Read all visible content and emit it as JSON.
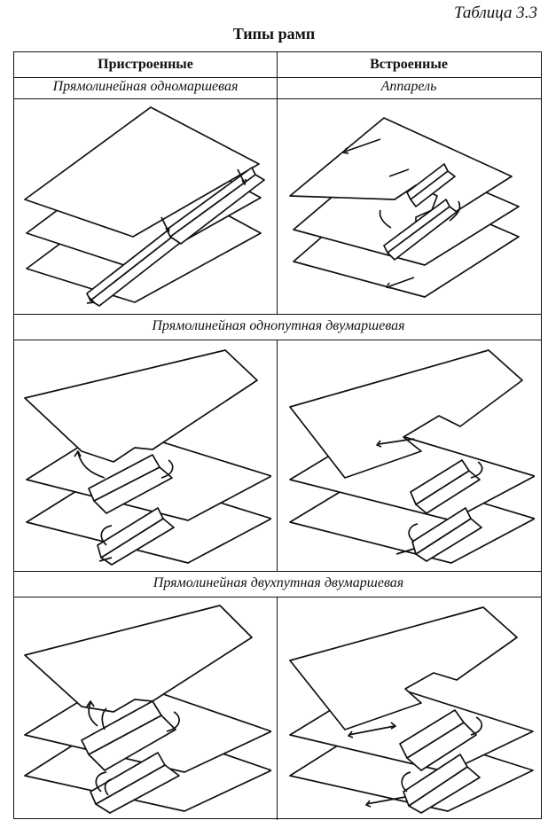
{
  "table_number": "Таблица 3.3",
  "title": "Типы рамп",
  "columns": [
    "Пристроенные",
    "Встроенные"
  ],
  "rows": [
    {
      "left_label": "Прямолинейная одномаршевая",
      "right_label": "Аппарель"
    },
    {
      "label": "Прямолинейная однопутная двумаршевая"
    },
    {
      "label": "Прямолинейная двухпутная двумаршевая"
    }
  ],
  "figures": [
    {
      "name": "attached-single-flight",
      "icon": "ramp-attached-straight-single"
    },
    {
      "name": "built-in-apparel",
      "icon": "ramp-built-in-apparel"
    },
    {
      "name": "attached-single-lane-two-flight",
      "icon": "ramp-attached-two-flight-one-lane"
    },
    {
      "name": "built-in-single-lane-two-flight",
      "icon": "ramp-built-in-two-flight-one-lane"
    },
    {
      "name": "attached-two-lane-two-flight",
      "icon": "ramp-attached-two-flight-two-lane"
    },
    {
      "name": "built-in-two-lane-two-flight",
      "icon": "ramp-built-in-two-flight-two-lane"
    }
  ]
}
